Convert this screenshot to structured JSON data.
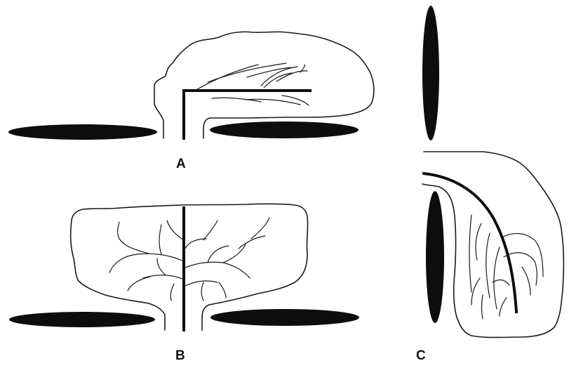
{
  "panels": [
    {
      "id": "A",
      "label": "A"
    },
    {
      "id": "B",
      "label": "B"
    },
    {
      "id": "C",
      "label": "C"
    }
  ],
  "colors": {
    "ink": "#0d0d0d",
    "background": "#ffffff"
  }
}
